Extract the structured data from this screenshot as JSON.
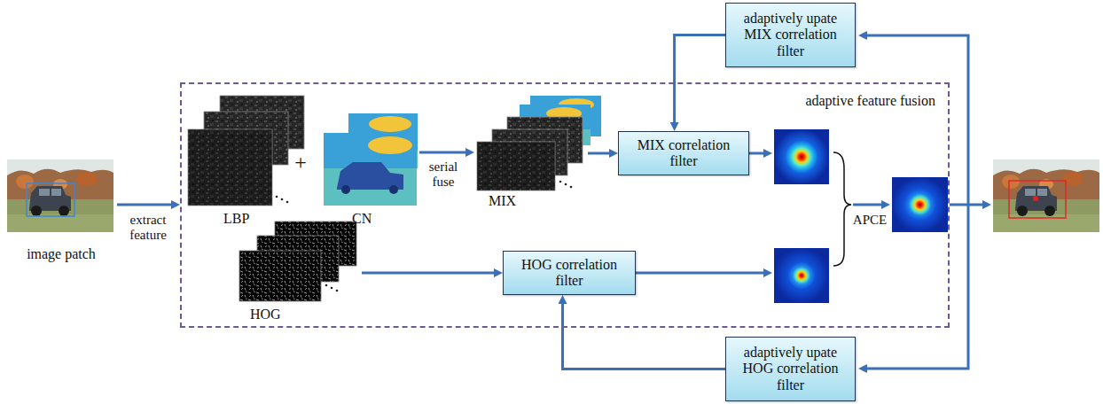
{
  "diagram": {
    "nodes": [
      {
        "text": [
          "image patch"
        ]
      },
      {
        "text": [
          "adaptive feature fusion"
        ]
      },
      {
        "text": [
          "LBP"
        ],
        "in": 1
      },
      {
        "text": [
          "CN"
        ],
        "in": 1
      },
      {
        "text": [
          "MIX"
        ],
        "in": 1
      },
      {
        "text": [
          "MIX correlation filter"
        ],
        "in": 1
      },
      {
        "text": [
          "HOG"
        ],
        "in": 1
      },
      {
        "text": [
          "HOG correlation filter"
        ],
        "in": 1
      },
      {
        "text": [
          "adaptively upate MIX correlation filter"
        ]
      },
      {
        "text": [
          "adaptively upate HOG correlation filter"
        ]
      }
    ],
    "edges": [
      {
        "from": 0,
        "to": 1,
        "arrow": "to",
        "label": "extract feature"
      },
      {
        "from": 3,
        "to": 4,
        "arrow": "to",
        "label": "serial fuse"
      },
      {
        "from": 4,
        "to": 5,
        "arrow": "to"
      },
      {
        "from": 6,
        "to": 7,
        "arrow": "to"
      },
      {
        "from": 8,
        "to": 5,
        "arrow": "to"
      },
      {
        "from": 9,
        "to": 7,
        "arrow": "to"
      }
    ],
    "labels": [
      "+",
      "APCE"
    ]
  }
}
